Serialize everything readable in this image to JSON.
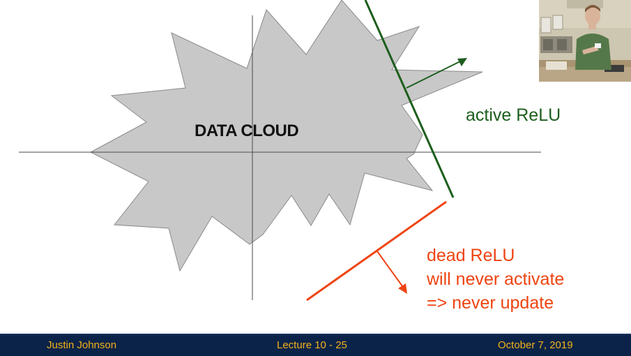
{
  "diagram": {
    "cloud_label": "DATA CLOUD",
    "active_label": "active ReLU",
    "dead_label_lines": [
      "dead ReLU",
      "will never activate",
      "=> never update"
    ]
  },
  "footer": {
    "author": "Justin Johnson",
    "lecture": "Lecture 10 - 25",
    "date": "October 7, 2019"
  },
  "colors": {
    "active": "#1d5e1d",
    "dead": "#ee4411",
    "cloud_fill": "#c8c8c8",
    "footer_bg": "#0b2348",
    "footer_text": "#f2b21a"
  }
}
